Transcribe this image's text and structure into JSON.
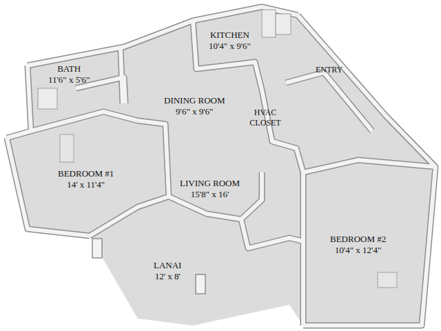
{
  "diagram": {
    "nodes": [
      {
        "text": [
          "KITCHEN",
          "10'4\" x 9'6\""
        ]
      },
      {
        "text": [
          "BATH",
          "11'6\" x 5'6\""
        ]
      },
      {
        "text": [
          "DINING ROOM",
          "9'6\" x 9'6\""
        ]
      },
      {
        "text": [
          "BEDROOM #1",
          "14' x 11'4\""
        ]
      },
      {
        "text": [
          "LIVING ROOM",
          "15'8\" x 16'"
        ]
      },
      {
        "text": [
          "LANAI",
          "12' x 8'"
        ]
      },
      {
        "text": [
          "BEDROOM #2",
          "10'4\" x 12'4\""
        ]
      }
    ],
    "labels": [
      "ENTRY",
      "HVAC CLOSET"
    ]
  }
}
